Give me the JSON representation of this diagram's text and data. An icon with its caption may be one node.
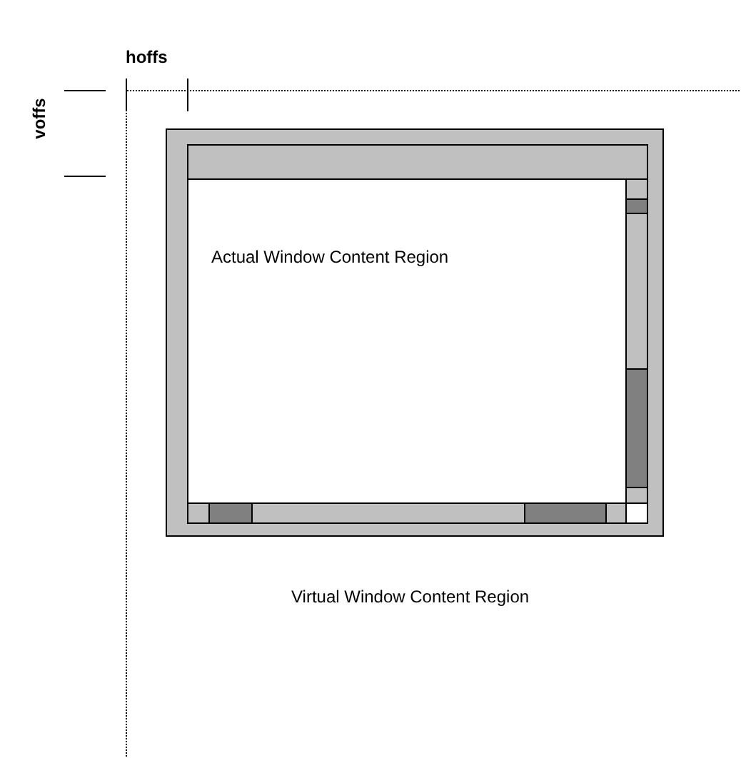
{
  "diagram": {
    "nodes": [
      {
        "text": [
          "Virtual Window Content Region"
        ]
      },
      {
        "text": [
          "Actual Window Content Region"
        ],
        "in": 0
      }
    ],
    "labels": [
      "hoffs",
      "voffs"
    ]
  }
}
